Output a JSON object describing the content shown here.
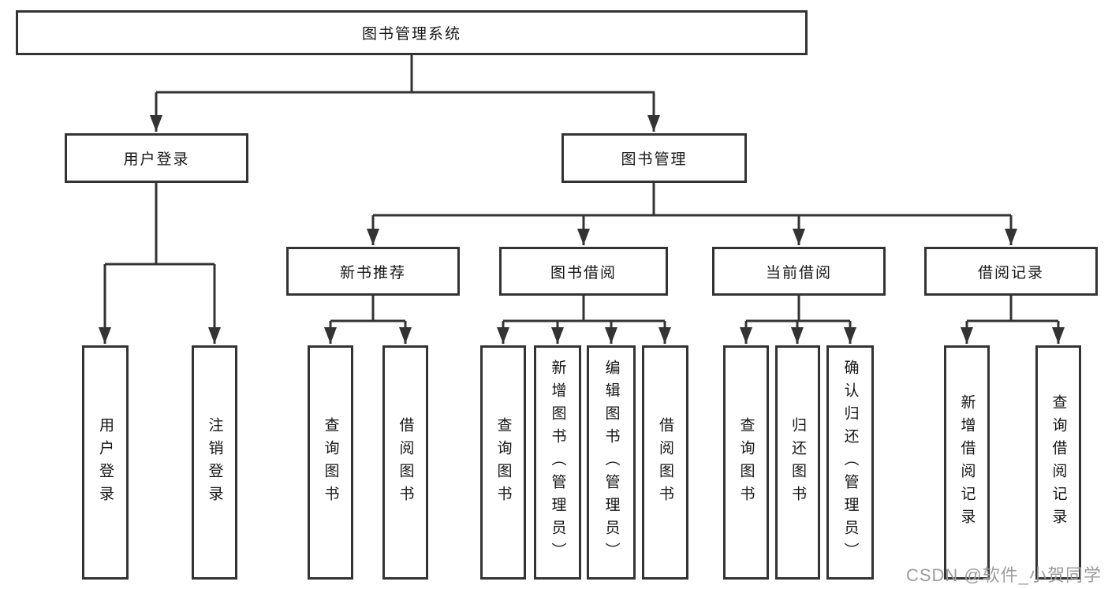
{
  "nodes": {
    "root": "图书管理系统",
    "level2": {
      "user_login": "用户登录",
      "book_mgmt": "图书管理"
    },
    "level3": {
      "new_book_rec": "新书推荐",
      "book_borrow": "图书借阅",
      "current_borrow": "当前借阅",
      "borrow_records": "借阅记录"
    },
    "leaves": {
      "user_login_leaf": "用户登录",
      "logout": "注销登录",
      "rec_query_book": "查询图书",
      "rec_borrow_book": "借阅图书",
      "bb_query_book": "查询图书",
      "bb_add_book": "新增图书（管理员）",
      "bb_edit_book": "编辑图书（管理员）",
      "bb_borrow_book": "借阅图书",
      "cb_query_book": "查询图书",
      "cb_return_book": "归还图书",
      "cb_confirm_return": "确认归还（管理员）",
      "br_add_record": "新增借阅记录",
      "br_query_record": "查询借阅记录"
    }
  },
  "watermark": "CSDN @软件_小贺同学",
  "colors": {
    "line": "#333333",
    "border": "#333333",
    "text": "#161616",
    "watermark": "#9c9c9c",
    "background": "#ffffff"
  }
}
